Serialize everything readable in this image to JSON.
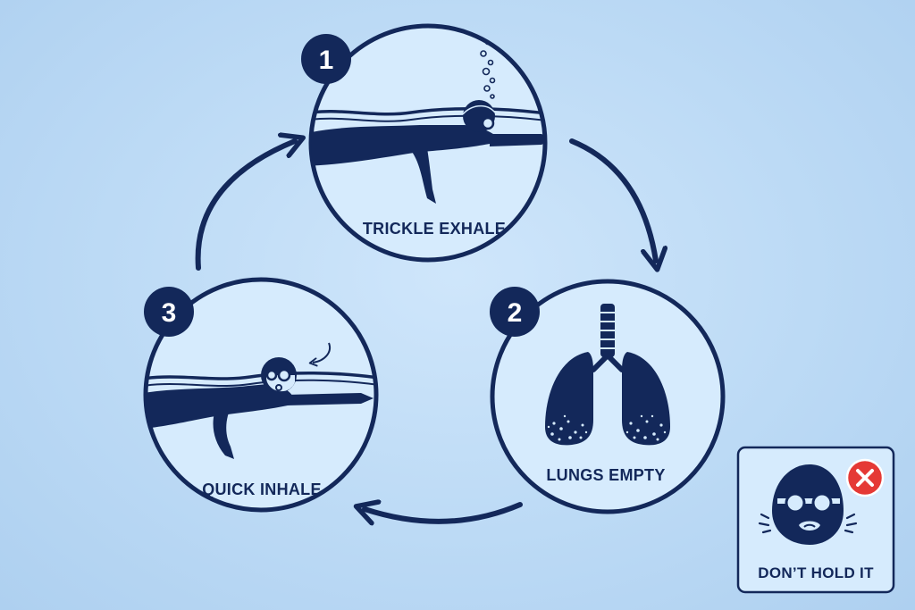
{
  "colors": {
    "navy": "#13285a",
    "circle_fill": "#d6ebfd",
    "water": "#1f3d78",
    "stop_red": "#e53935",
    "white": "#ffffff"
  },
  "steps": [
    {
      "number": "1",
      "label": "TRICKLE EXHALE",
      "icon": "swimmer-exhaling-bubbles-icon"
    },
    {
      "number": "2",
      "label": "LUNGS EMPTY",
      "icon": "lungs-icon"
    },
    {
      "number": "3",
      "label": "QUICK INHALE",
      "icon": "swimmer-turning-to-breathe-icon"
    }
  ],
  "warning": {
    "label": "DON’T HOLD IT",
    "icon": "puffed-cheeks-face-icon",
    "status_icon": "x-cross-icon"
  }
}
